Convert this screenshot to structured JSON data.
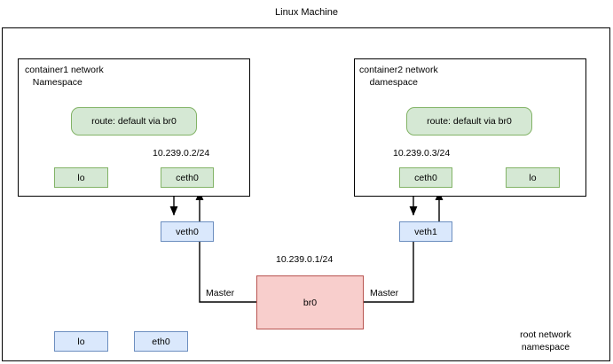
{
  "diagram": {
    "title": "Linux Machine",
    "root_namespace_label": "root network\nnamespace"
  },
  "containers": [
    {
      "id": "container1",
      "label": "container1 network\n   Namespace",
      "route": "route: default via br0",
      "ip": "10.239.0.2/24",
      "interfaces": [
        {
          "name": "lo"
        },
        {
          "name": "ceth0"
        }
      ]
    },
    {
      "id": "container2",
      "label": "container2 network\n    damespace",
      "route": "route: default via br0",
      "ip": "10.239.0.3/24",
      "interfaces": [
        {
          "name": "ceth0"
        },
        {
          "name": "lo"
        }
      ]
    }
  ],
  "root_interfaces": [
    {
      "name": "veth0"
    },
    {
      "name": "veth1"
    },
    {
      "name": "lo"
    },
    {
      "name": "eth0"
    }
  ],
  "bridge": {
    "name": "br0",
    "ip": "10.239.0.1/24"
  },
  "edges": [
    {
      "label": "Master"
    },
    {
      "label": "Master"
    }
  ],
  "colors": {
    "container_fill": "#d5e8d4",
    "container_stroke": "#82b366",
    "veth_fill": "#dae8fc",
    "veth_stroke": "#6c8ebf",
    "bridge_fill": "#f8cecc",
    "bridge_stroke": "#b85450",
    "line": "#000000",
    "background": "#ffffff"
  }
}
